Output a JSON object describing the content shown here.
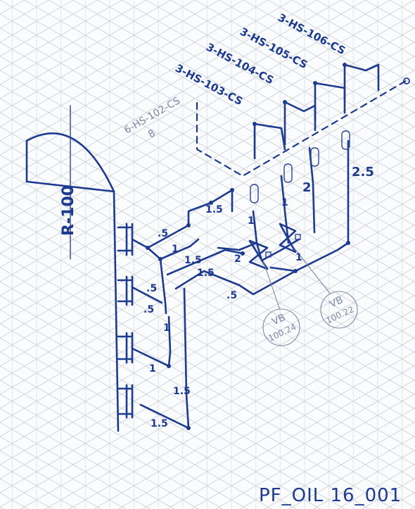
{
  "drawing_number": "PF_OIL 16_001",
  "vessel": {
    "tag": "R-100"
  },
  "line_tags": {
    "line_102": "6-HS-102-CS",
    "line_102_sub": "8",
    "line_103": "3-HS-103-CS",
    "line_104": "3-HS-104-CS",
    "line_105": "3-HS-105-CS",
    "line_106": "3-HS-106-CS"
  },
  "valves": {
    "vb_24": {
      "line1": "VB",
      "line2": "100.24"
    },
    "vb_22": {
      "line1": "VB",
      "line2": "100.22"
    }
  },
  "dimensions": {
    "d_5a": ".5",
    "d_1a": "1",
    "d_15a": "1.5",
    "d_15b": "1.5",
    "d_15c": "1.5",
    "d_5b": ".5",
    "d_5c": ".5",
    "d_1b": "1",
    "d_1c": "1",
    "d_15d": "1.5",
    "d_15e": "1.5",
    "d_2a": "2",
    "d_5d": ".5",
    "d_1d": "1",
    "d_1e": "1",
    "d_2b": "2",
    "d_25": "2.5",
    "d_1f": "1"
  },
  "colors": {
    "ink": "#1c3a8f",
    "grid": "#c9cdd6",
    "paper": "#fbfcfd"
  }
}
